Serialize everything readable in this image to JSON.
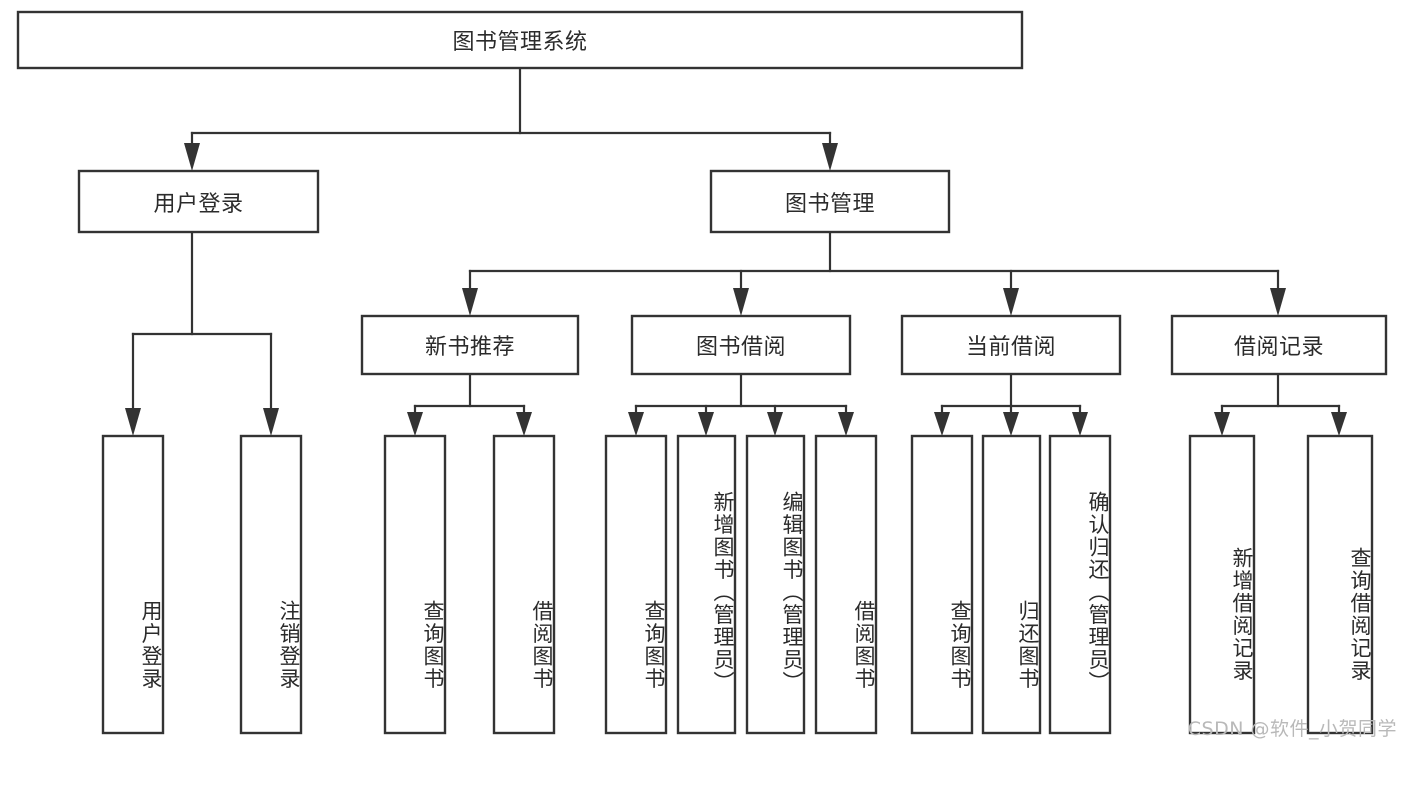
{
  "diagram": {
    "type": "tree-hierarchy-chart",
    "title": "图书管理系统",
    "watermark": "CSDN @软件_小贺同学",
    "colors": {
      "background": "#ffffff",
      "box_fill": "#ffffff",
      "box_stroke": "#333333",
      "text": "#2b2b2b",
      "watermark": "#b9b9b9"
    },
    "levels": [
      {
        "level": 1,
        "nodes": [
          {
            "id": "root",
            "label": "图书管理系统",
            "orientation": "horizontal"
          }
        ]
      },
      {
        "level": 2,
        "nodes": [
          {
            "id": "user-login",
            "label": "用户登录",
            "orientation": "horizontal",
            "parent": "root"
          },
          {
            "id": "book-manage",
            "label": "图书管理",
            "orientation": "horizontal",
            "parent": "root"
          }
        ]
      },
      {
        "level": 3,
        "nodes": [
          {
            "id": "new-book-rec",
            "label": "新书推荐",
            "orientation": "horizontal",
            "parent": "book-manage"
          },
          {
            "id": "book-borrow",
            "label": "图书借阅",
            "orientation": "horizontal",
            "parent": "book-manage"
          },
          {
            "id": "current-borrow",
            "label": "当前借阅",
            "orientation": "horizontal",
            "parent": "book-manage"
          },
          {
            "id": "borrow-record",
            "label": "借阅记录",
            "orientation": "horizontal",
            "parent": "book-manage"
          }
        ]
      },
      {
        "level": 4,
        "nodes": [
          {
            "id": "leaf-user-login",
            "label": "用户登录",
            "orientation": "vertical",
            "parent": "user-login"
          },
          {
            "id": "leaf-user-logout",
            "label": "注销登录",
            "orientation": "vertical",
            "parent": "user-login"
          },
          {
            "id": "leaf-query-book-1",
            "label": "查询图书",
            "orientation": "vertical",
            "parent": "new-book-rec"
          },
          {
            "id": "leaf-borrow-book-1",
            "label": "借阅图书",
            "orientation": "vertical",
            "parent": "new-book-rec"
          },
          {
            "id": "leaf-query-book-2",
            "label": "查询图书",
            "orientation": "vertical",
            "parent": "book-borrow"
          },
          {
            "id": "leaf-add-book",
            "label": "新增图书（管理员）",
            "orientation": "vertical",
            "parent": "book-borrow"
          },
          {
            "id": "leaf-edit-book",
            "label": "编辑图书（管理员）",
            "orientation": "vertical",
            "parent": "book-borrow"
          },
          {
            "id": "leaf-borrow-book-2",
            "label": "借阅图书",
            "orientation": "vertical",
            "parent": "book-borrow"
          },
          {
            "id": "leaf-query-book-3",
            "label": "查询图书",
            "orientation": "vertical",
            "parent": "current-borrow"
          },
          {
            "id": "leaf-return-book",
            "label": "归还图书",
            "orientation": "vertical",
            "parent": "current-borrow"
          },
          {
            "id": "leaf-confirm-return",
            "label": "确认归还（管理员）",
            "orientation": "vertical",
            "parent": "current-borrow"
          },
          {
            "id": "leaf-add-record",
            "label": "新增借阅记录",
            "orientation": "vertical",
            "parent": "borrow-record"
          },
          {
            "id": "leaf-query-record",
            "label": "查询借阅记录",
            "orientation": "vertical",
            "parent": "borrow-record"
          }
        ]
      }
    ]
  }
}
